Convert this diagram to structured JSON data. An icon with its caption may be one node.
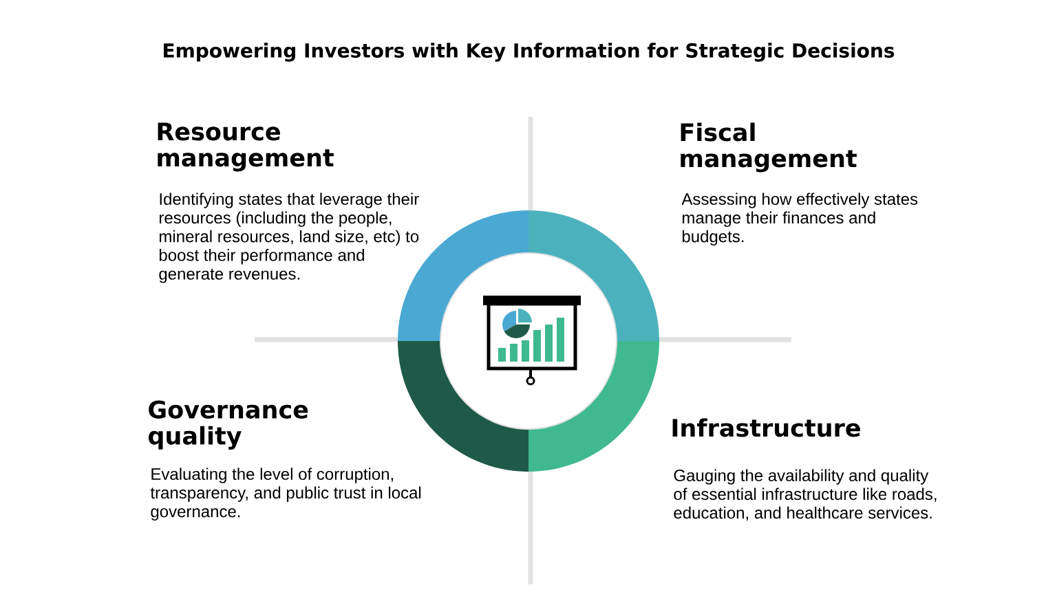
{
  "diagram": {
    "title": "Empowering Investors with Key Information for Strategic Decisions",
    "nodes": [
      {
        "text": [
          "Resource management",
          "Identifying states that leverage their resources (including the people, mineral resources, land size, etc) to boost their performance and generate revenues."
        ]
      },
      {
        "text": [
          "Fiscal management",
          "Assessing how effectively states manage their finances and budgets."
        ]
      },
      {
        "text": [
          "Governance quality",
          "Evaluating the level of corruption, transparency, and public trust in local governance."
        ]
      },
      {
        "text": [
          "Infrastructure",
          "Gauging the availability and quality of essential infrastructure like roads, education, and healthcare services."
        ]
      }
    ]
  }
}
